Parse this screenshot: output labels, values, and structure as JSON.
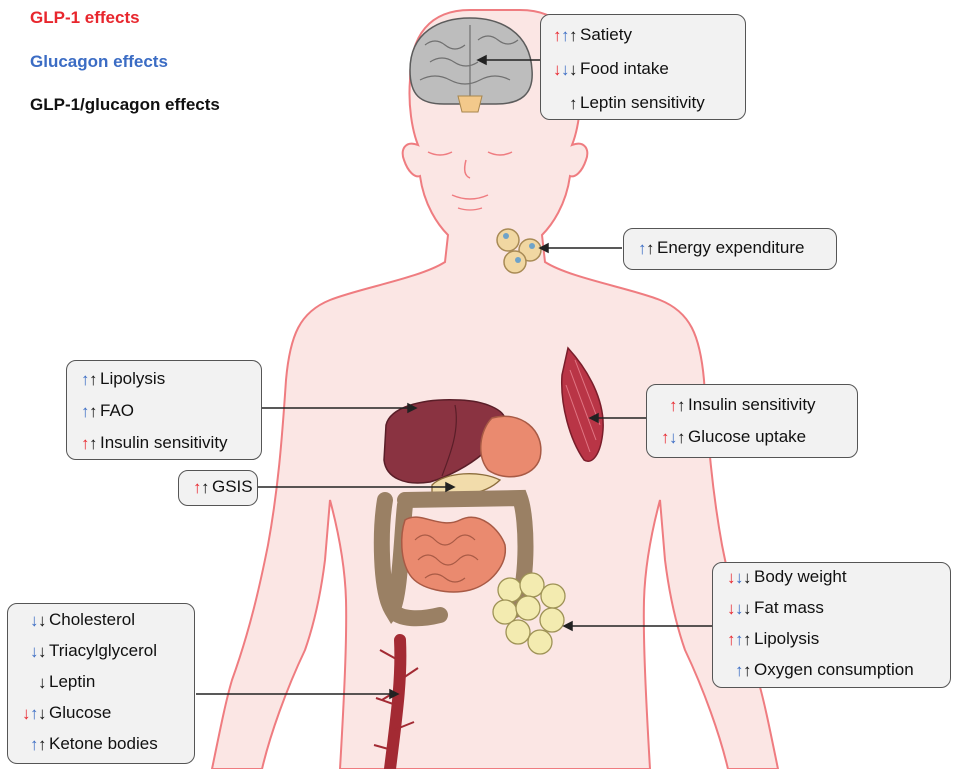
{
  "colors": {
    "glp1": "#e8262d",
    "glucagon": "#3b6cc4",
    "both": "#111111",
    "body_fill": "#fbe6e4",
    "body_stroke": "#ef7c80"
  },
  "legend": {
    "glp1": "GLP-1 effects",
    "glucagon": "Glucagon effects",
    "both": "GLP-1/glucagon effects"
  },
  "boxes": {
    "brain": [
      {
        "label": "Satiety",
        "arrows": [
          {
            "dir": "up",
            "c": "glp1"
          },
          {
            "dir": "up",
            "c": "glucagon"
          },
          {
            "dir": "up",
            "c": "both"
          }
        ]
      },
      {
        "label": "Food intake",
        "arrows": [
          {
            "dir": "down",
            "c": "glp1"
          },
          {
            "dir": "down",
            "c": "glucagon"
          },
          {
            "dir": "down",
            "c": "both"
          }
        ]
      },
      {
        "label": "Leptin sensitivity",
        "arrows": [
          {
            "dir": "up",
            "c": "both"
          }
        ]
      }
    ],
    "brown_fat": [
      {
        "label": "Energy expenditure",
        "arrows": [
          {
            "dir": "up",
            "c": "glucagon"
          },
          {
            "dir": "up",
            "c": "both"
          }
        ]
      }
    ],
    "liver": [
      {
        "label": "Lipolysis",
        "arrows": [
          {
            "dir": "up",
            "c": "glucagon"
          },
          {
            "dir": "up",
            "c": "both"
          }
        ]
      },
      {
        "label": "FAO",
        "arrows": [
          {
            "dir": "up",
            "c": "glucagon"
          },
          {
            "dir": "up",
            "c": "both"
          }
        ]
      },
      {
        "label": "Insulin sensitivity",
        "arrows": [
          {
            "dir": "up",
            "c": "glp1"
          },
          {
            "dir": "up",
            "c": "both"
          }
        ]
      }
    ],
    "pancreas": [
      {
        "label": "GSIS",
        "arrows": [
          {
            "dir": "up",
            "c": "glp1"
          },
          {
            "dir": "up",
            "c": "both"
          }
        ]
      }
    ],
    "muscle": [
      {
        "label": "Insulin sensitivity",
        "arrows": [
          {
            "dir": "up",
            "c": "glp1"
          },
          {
            "dir": "up",
            "c": "both"
          }
        ]
      },
      {
        "label": "Glucose uptake",
        "arrows": [
          {
            "dir": "up",
            "c": "glp1"
          },
          {
            "dir": "down",
            "c": "glucagon"
          },
          {
            "dir": "up",
            "c": "both"
          }
        ]
      }
    ],
    "adipose": [
      {
        "label": "Body weight",
        "arrows": [
          {
            "dir": "down",
            "c": "glp1"
          },
          {
            "dir": "down",
            "c": "glucagon"
          },
          {
            "dir": "down",
            "c": "both"
          }
        ]
      },
      {
        "label": "Fat mass",
        "arrows": [
          {
            "dir": "down",
            "c": "glp1"
          },
          {
            "dir": "down",
            "c": "glucagon"
          },
          {
            "dir": "down",
            "c": "both"
          }
        ]
      },
      {
        "label": "Lipolysis",
        "arrows": [
          {
            "dir": "up",
            "c": "glp1"
          },
          {
            "dir": "up",
            "c": "glucagon"
          },
          {
            "dir": "up",
            "c": "both"
          }
        ]
      },
      {
        "label": "Oxygen consumption",
        "arrows": [
          {
            "dir": "up",
            "c": "glucagon"
          },
          {
            "dir": "up",
            "c": "both"
          }
        ]
      }
    ],
    "blood": [
      {
        "label": "Cholesterol",
        "arrows": [
          {
            "dir": "down",
            "c": "glucagon"
          },
          {
            "dir": "down",
            "c": "both"
          }
        ]
      },
      {
        "label": "Triacylglycerol",
        "arrows": [
          {
            "dir": "down",
            "c": "glucagon"
          },
          {
            "dir": "down",
            "c": "both"
          }
        ]
      },
      {
        "label": "Leptin",
        "arrows": [
          {
            "dir": "down",
            "c": "both"
          }
        ]
      },
      {
        "label": "Glucose",
        "arrows": [
          {
            "dir": "down",
            "c": "glp1"
          },
          {
            "dir": "up",
            "c": "glucagon"
          },
          {
            "dir": "down",
            "c": "both"
          }
        ]
      },
      {
        "label": "Ketone bodies",
        "arrows": [
          {
            "dir": "up",
            "c": "glucagon"
          },
          {
            "dir": "up",
            "c": "both"
          }
        ]
      }
    ]
  }
}
